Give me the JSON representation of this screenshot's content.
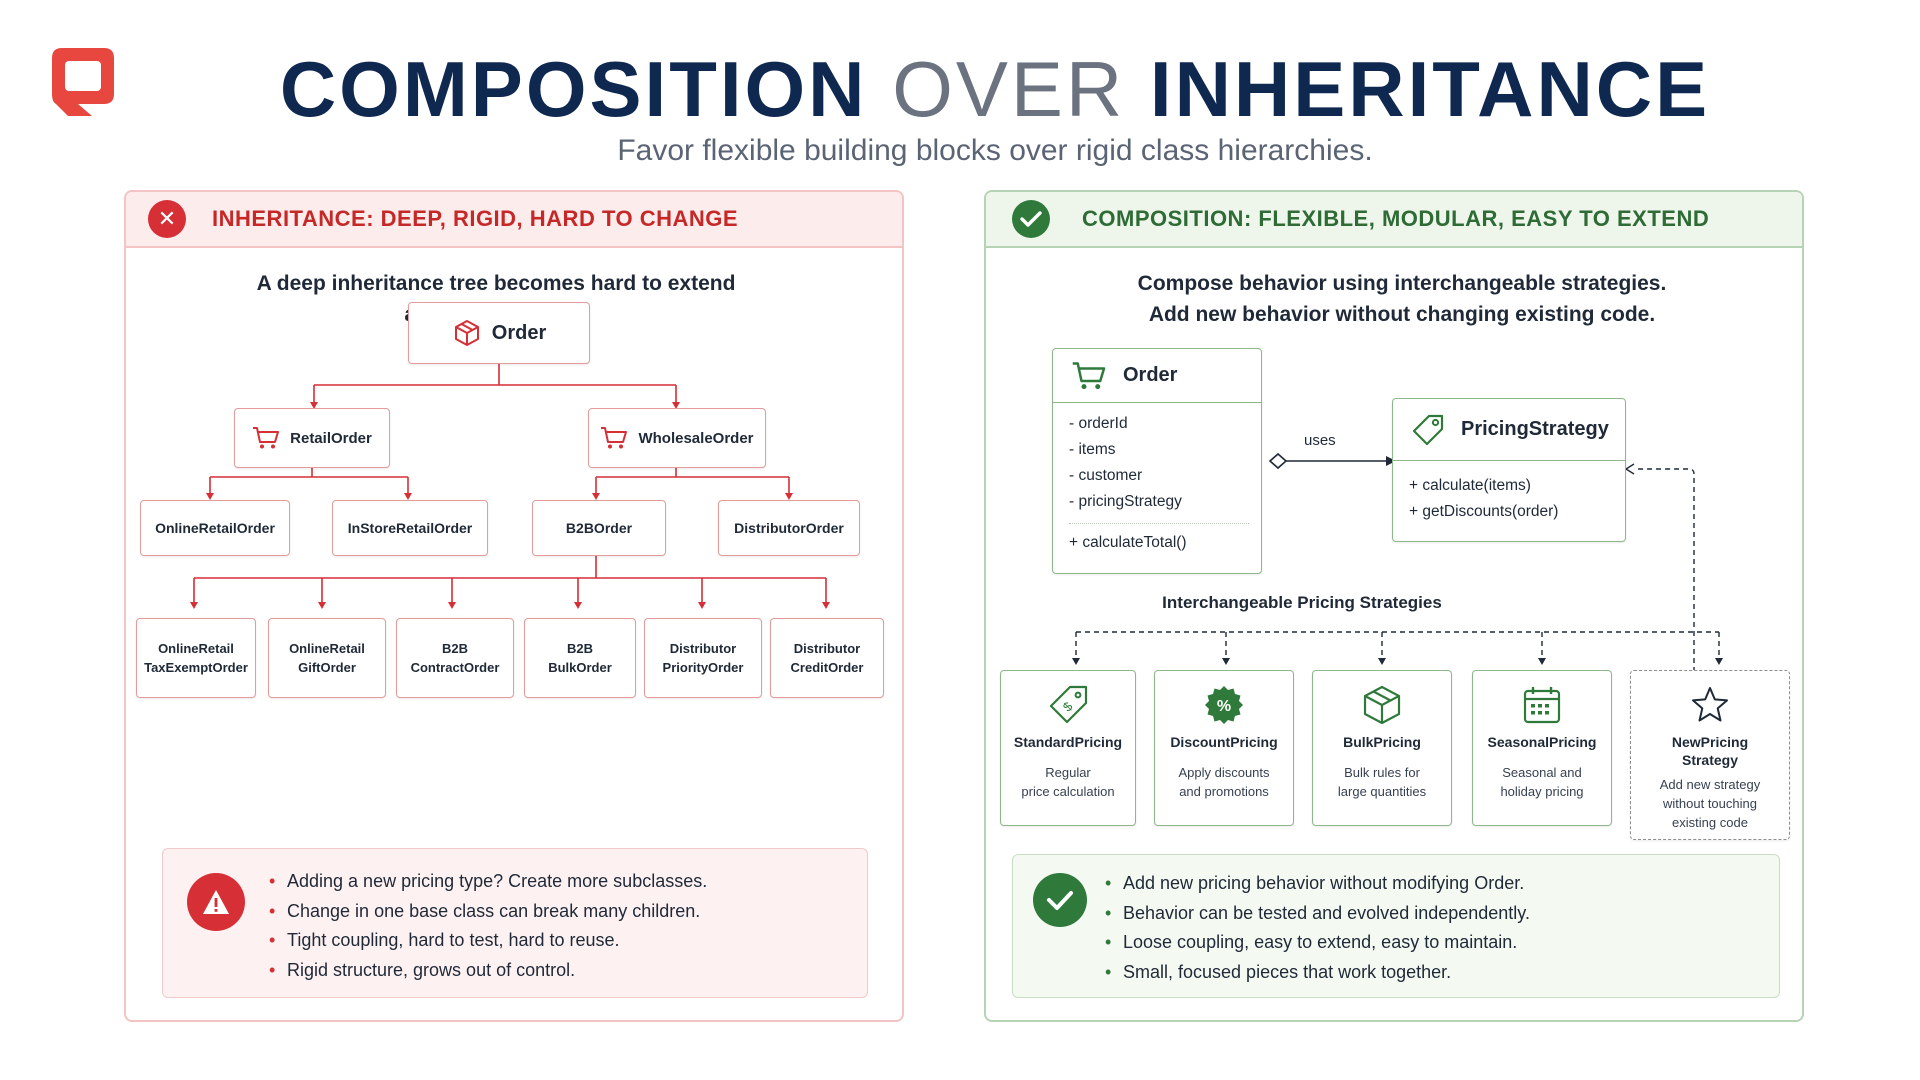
{
  "title": {
    "part1": "COMPOSITION",
    "part2": "OVER",
    "part3": "INHERITANCE"
  },
  "subtitle": "Favor flexible building blocks over rigid class hierarchies.",
  "colors": {
    "red": "#d62f36",
    "green": "#2f7a3b",
    "navy": "#0f2850"
  },
  "inheritance": {
    "header": "INHERITANCE:  DEEP, RIGID, HARD TO CHANGE",
    "description": "A deep inheritance tree becomes hard to extend\nand easy to break.",
    "root": "Order",
    "level1": [
      "RetailOrder",
      "WholesaleOrder"
    ],
    "level2": [
      "OnlineRetailOrder",
      "InStoreRetailOrder",
      "B2BOrder",
      "DistributorOrder"
    ],
    "level3": [
      "OnlineRetail\nTaxExemptOrder",
      "OnlineRetail\nGiftOrder",
      "B2B\nContractOrder",
      "B2B\nBulkOrder",
      "Distributor\nPriorityOrder",
      "Distributor\nCreditOrder"
    ],
    "bullets": [
      "Adding a new pricing type? Create more subclasses.",
      "Change in one base class can break many children.",
      "Tight coupling, hard to test, hard to reuse.",
      "Rigid structure, grows out of control."
    ]
  },
  "composition": {
    "header": "COMPOSITION:  FLEXIBLE, MODULAR, EASY TO EXTEND",
    "description": "Compose behavior using interchangeable strategies.\nAdd new behavior without changing existing code.",
    "order_class": {
      "name": "Order",
      "fields": [
        "-  orderId",
        "-  items",
        "-  customer",
        "-  pricingStrategy"
      ],
      "methods": [
        "+  calculateTotal()"
      ]
    },
    "uses_label": "uses",
    "strategy_class": {
      "name": "PricingStrategy",
      "methods": [
        "+  calculate(items)",
        "+  getDiscounts(order)"
      ]
    },
    "strategies_label": "Interchangeable Pricing Strategies",
    "strategies": [
      {
        "name": "StandardPricing",
        "desc": "Regular\nprice calculation",
        "icon": "price-tag-icon"
      },
      {
        "name": "DiscountPricing",
        "desc": "Apply discounts\nand promotions",
        "icon": "percent-badge-icon"
      },
      {
        "name": "BulkPricing",
        "desc": "Bulk rules for\nlarge quantities",
        "icon": "box-icon"
      },
      {
        "name": "SeasonalPricing",
        "desc": "Seasonal and\nholiday pricing",
        "icon": "calendar-icon"
      },
      {
        "name": "NewPricing\nStrategy",
        "desc": "Add new strategy\nwithout touching\nexisting code",
        "icon": "star-icon"
      }
    ],
    "bullets": [
      "Add new pricing behavior without modifying Order.",
      "Behavior can be tested and evolved independently.",
      "Loose coupling, easy to extend, easy to maintain.",
      "Small, focused pieces that work together."
    ]
  }
}
